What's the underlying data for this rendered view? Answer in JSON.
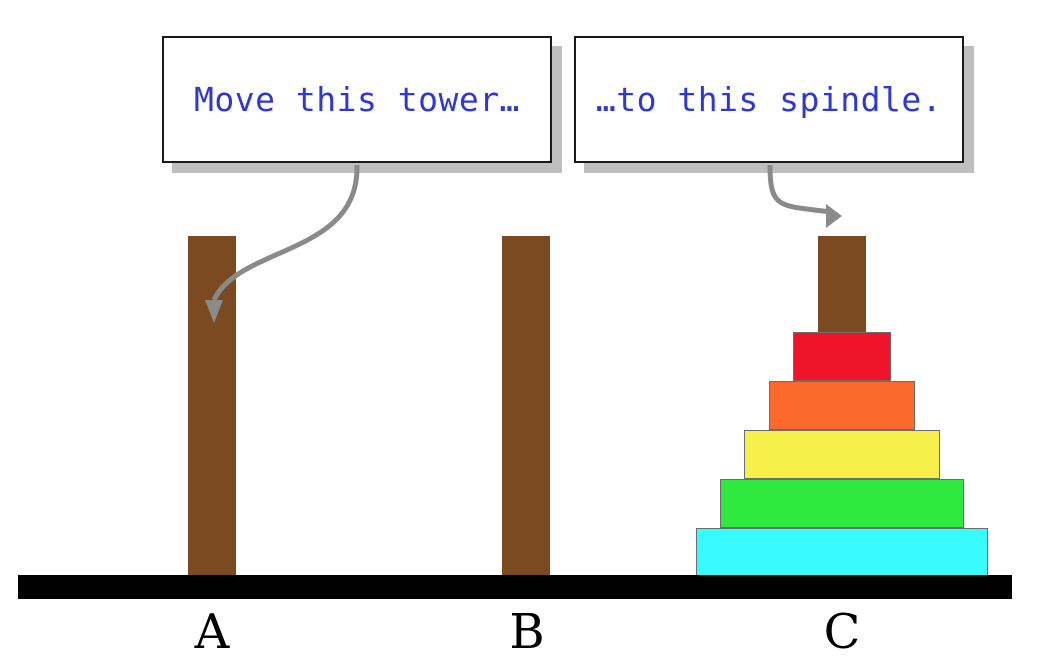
{
  "callouts": {
    "move": "Move this tower…",
    "to": "…to this spindle."
  },
  "pegs": {
    "a_label": "A",
    "b_label": "B",
    "c_label": "C"
  },
  "colors": {
    "peg": "#7b4a21",
    "base": "#000000",
    "text": "#2f38d6",
    "arrow": "#8a8a8a"
  },
  "disks": [
    {
      "name": "disk-1",
      "color": "#f0142a"
    },
    {
      "name": "disk-2",
      "color": "#fb6a2b"
    },
    {
      "name": "disk-3",
      "color": "#f7f04a"
    },
    {
      "name": "disk-4",
      "color": "#2fe840"
    },
    {
      "name": "disk-5",
      "color": "#37fbff"
    }
  ]
}
